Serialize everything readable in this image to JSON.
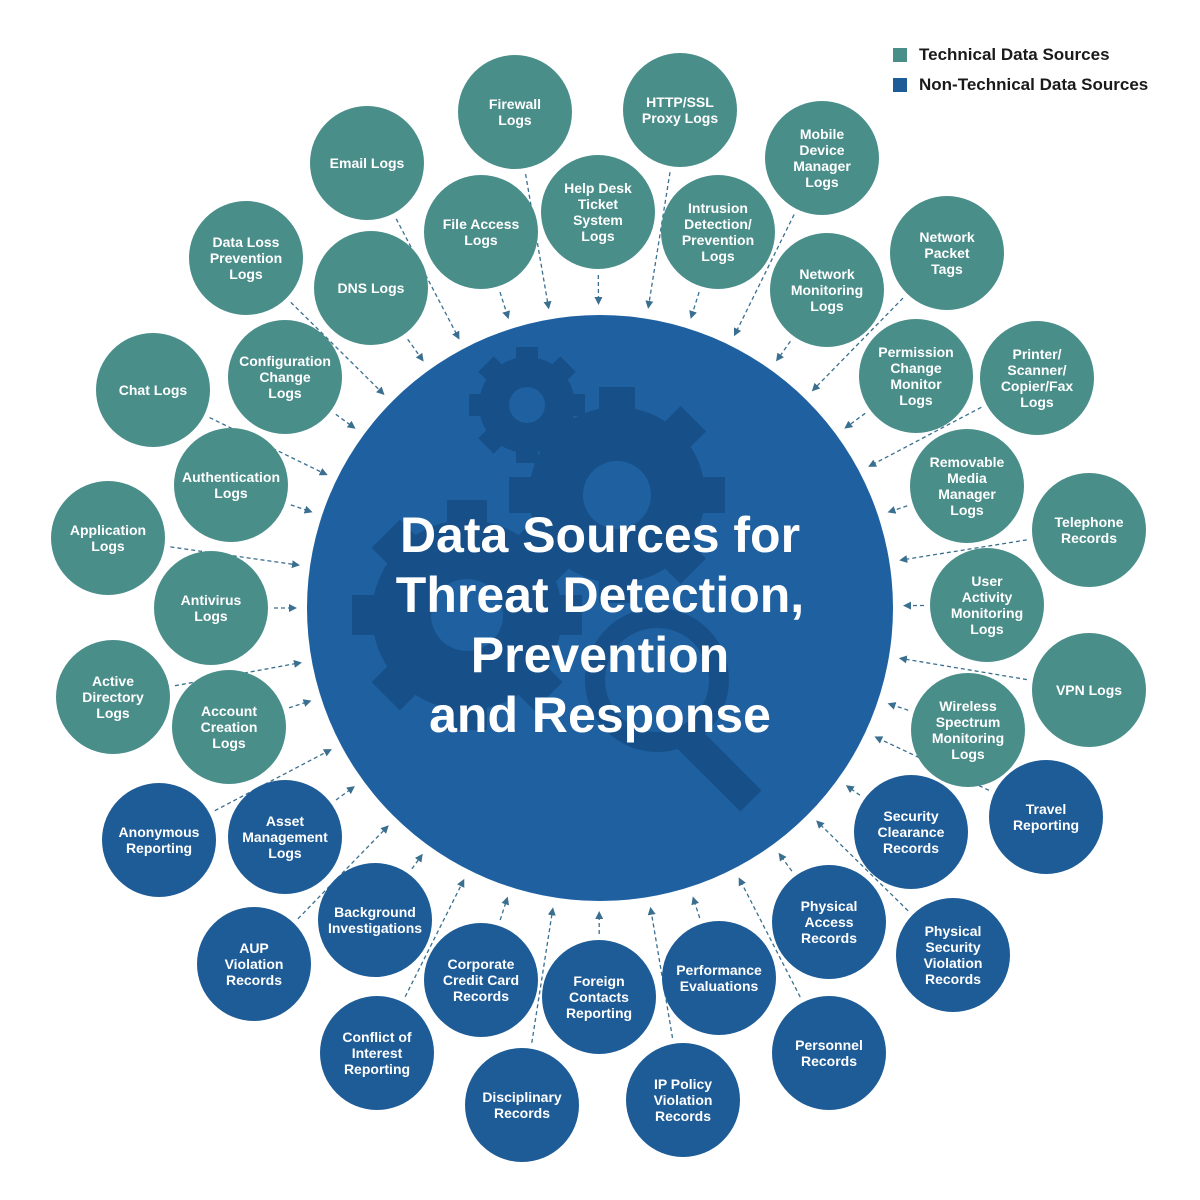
{
  "title": "Data Sources for\nThreat Detection,\nPrevention\nand Response",
  "colors": {
    "technical": "#4a8e8a",
    "non_technical": "#1e5c97",
    "hub": "#1e60a0",
    "gear": "#175089",
    "arrow": "#3a6f8f"
  },
  "legend": [
    {
      "label": "Technical Data Sources",
      "kind": "technical"
    },
    {
      "label": "Non-Technical Data Sources",
      "kind": "non_technical"
    }
  ],
  "sources": [
    {
      "label": "Firewall\nLogs",
      "kind": "technical"
    },
    {
      "label": "HTTP/SSL\nProxy Logs",
      "kind": "technical"
    },
    {
      "label": "Email Logs",
      "kind": "technical"
    },
    {
      "label": "Mobile\nDevice\nManager\nLogs",
      "kind": "technical"
    },
    {
      "label": "File Access\nLogs",
      "kind": "technical"
    },
    {
      "label": "Help Desk\nTicket\nSystem\nLogs",
      "kind": "technical"
    },
    {
      "label": "Intrusion\nDetection/\nPrevention\nLogs",
      "kind": "technical"
    },
    {
      "label": "Data Loss\nPrevention\nLogs",
      "kind": "technical"
    },
    {
      "label": "DNS Logs",
      "kind": "technical"
    },
    {
      "label": "Network\nPacket\nTags",
      "kind": "technical"
    },
    {
      "label": "Network\nMonitoring\nLogs",
      "kind": "technical"
    },
    {
      "label": "Configuration\nChange\nLogs",
      "kind": "technical"
    },
    {
      "label": "Chat Logs",
      "kind": "technical"
    },
    {
      "label": "Permission\nChange\nMonitor\nLogs",
      "kind": "technical"
    },
    {
      "label": "Printer/\nScanner/\nCopier/Fax\nLogs",
      "kind": "technical"
    },
    {
      "label": "Authentication\nLogs",
      "kind": "technical"
    },
    {
      "label": "Removable\nMedia\nManager\nLogs",
      "kind": "technical"
    },
    {
      "label": "Application\nLogs",
      "kind": "technical"
    },
    {
      "label": "Telephone\nRecords",
      "kind": "technical"
    },
    {
      "label": "Antivirus\nLogs",
      "kind": "technical"
    },
    {
      "label": "User\nActivity\nMonitoring\nLogs",
      "kind": "technical"
    },
    {
      "label": "Active\nDirectory\nLogs",
      "kind": "technical"
    },
    {
      "label": "VPN Logs",
      "kind": "technical"
    },
    {
      "label": "Account\nCreation\nLogs",
      "kind": "technical"
    },
    {
      "label": "Wireless\nSpectrum\nMonitoring\nLogs",
      "kind": "technical"
    },
    {
      "label": "Anonymous\nReporting",
      "kind": "non_technical"
    },
    {
      "label": "Asset\nManagement\nLogs",
      "kind": "non_technical"
    },
    {
      "label": "Travel\nReporting",
      "kind": "non_technical"
    },
    {
      "label": "Security\nClearance\nRecords",
      "kind": "non_technical"
    },
    {
      "label": "Background\nInvestigations",
      "kind": "non_technical"
    },
    {
      "label": "AUP\nViolation\nRecords",
      "kind": "non_technical"
    },
    {
      "label": "Physical\nAccess\nRecords",
      "kind": "non_technical"
    },
    {
      "label": "Physical\nSecurity\nViolation\nRecords",
      "kind": "non_technical"
    },
    {
      "label": "Corporate\nCredit Card\nRecords",
      "kind": "non_technical"
    },
    {
      "label": "Foreign\nContacts\nReporting",
      "kind": "non_technical"
    },
    {
      "label": "Performance\nEvaluations",
      "kind": "non_technical"
    },
    {
      "label": "Conflict of\nInterest\nReporting",
      "kind": "non_technical"
    },
    {
      "label": "Personnel\nRecords",
      "kind": "non_technical"
    },
    {
      "label": "Disciplinary\nRecords",
      "kind": "non_technical"
    },
    {
      "label": "IP Policy\nViolation\nRecords",
      "kind": "non_technical"
    }
  ]
}
